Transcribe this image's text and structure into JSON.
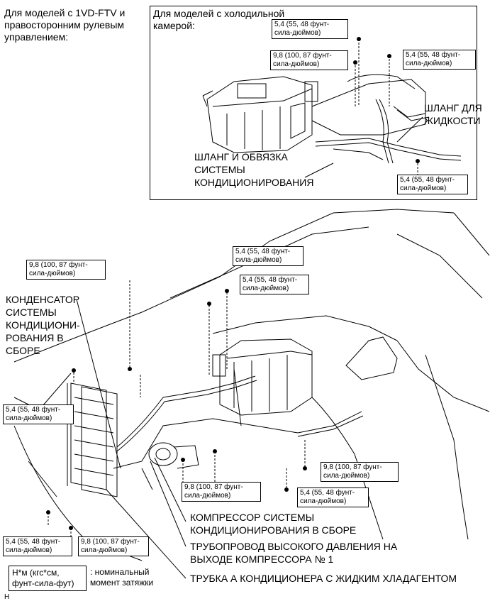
{
  "header": {
    "left_title": "Для моделей с 1VD-FTV и\nправосторонним рулевым\nуправлением:",
    "inset_title": "Для моделей с холодильной\nкамерой:"
  },
  "inset": {
    "torque_1": "5,4 (55, 48 фунт-\nсила-дюймов)",
    "torque_2": "9,8 (100, 87 фунт-\nсила-дюймов)",
    "torque_3": "5,4 (55, 48 фунт-\nсила-дюймов)",
    "torque_4": "5,4 (55, 48 фунт-\nсила-дюймов)",
    "label_hose": "ШЛАНГ ДЛЯ\nЖИДКОСТИ",
    "label_harness": "ШЛАНГ И ОБВЯЗКА\nСИСТЕМЫ\nКОНДИЦИОНИРОВАНИЯ"
  },
  "main": {
    "torque_top1": "9,8 (100, 87 фунт-\nсила-дюймов)",
    "torque_top2": "5,4 (55, 48 фунт-\nсила-дюймов)",
    "torque_top3": "5,4 (55, 48 фунт-\nсила-дюймов)",
    "torque_left": "5,4 (55, 48 фунт-\nсила-дюймов)",
    "torque_mid": "9,8 (100, 87 фунт-\nсила-дюймов)",
    "torque_right1": "9,8 (100, 87 фунт-\nсила-дюймов)",
    "torque_right2": "5,4 (55, 48 фунт-\nсила-дюймов)",
    "torque_bl1": "5,4 (55, 48 фунт-\nсила-дюймов)",
    "torque_bl2": "9,8 (100, 87 фунт-\nсила-дюймов)",
    "label_condenser": "КОНДЕНСАТОР\nСИСТЕМЫ\nКОНДИЦИОНИ-\nРОВАНИЯ В\nСБОРЕ",
    "label_compressor": "КОМПРЕССОР СИСТЕМЫ\nКОНДИЦИОНИРОВАНИЯ В СБОРЕ",
    "label_pipe": "ТРУБОПРОВОД ВЫСОКОГО ДАВЛЕНИЯ НА\nВЫХОДЕ КОМПРЕССОРА № 1",
    "label_tube": "ТРУБКА А КОНДИЦИОНЕРА С ЖИДКИМ ХЛАДАГЕНТОМ"
  },
  "legend": {
    "unit": "Н*м (кгс*см,\nфунт-сила-фут)",
    "desc": ": номинальный\nмомент затяжки"
  },
  "footer": {
    "code": "H"
  }
}
